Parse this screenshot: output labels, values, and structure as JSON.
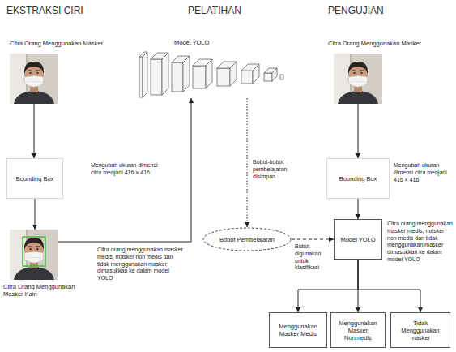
{
  "diagram": {
    "nodes": [
      {
        "text": [
          "Citra Orang Menggunakan Masker"
        ]
      },
      {
        "text": [
          "Bounding Box"
        ]
      },
      {
        "text": [
          "Citra Orang Menggunakan Masker Kain"
        ]
      },
      {
        "text": [
          "Model YOLO"
        ]
      },
      {
        "text": [
          "Bobot Pembelajaran"
        ]
      },
      {
        "text": [
          "Citra Orang Menggunakan Masker"
        ]
      },
      {
        "text": [
          "Bounding Box"
        ]
      },
      {
        "text": [
          "Model YOLO"
        ]
      },
      {
        "text": [
          "Menggunakan Masker Medis"
        ]
      },
      {
        "text": [
          "Menggunakan Masker Nonmedis"
        ]
      },
      {
        "text": [
          "Tidak Menggunakan masker"
        ]
      }
    ],
    "edges": [
      {
        "from": 0,
        "to": 1,
        "arrow": "to"
      },
      {
        "from": 1,
        "to": 2,
        "arrow": "to"
      },
      {
        "from": 2,
        "to": 3,
        "arrow": "to"
      },
      {
        "from": 3,
        "to": 4,
        "arrow": "to",
        "label": "Bobot-bobot pembelajaran disimpan"
      },
      {
        "from": 4,
        "to": 7,
        "arrow": "to",
        "label": "Bobot digunakan untuk klasifikasi"
      },
      {
        "from": 5,
        "to": 6,
        "arrow": "to"
      },
      {
        "from": 6,
        "to": 7,
        "arrow": "to"
      },
      {
        "from": 7,
        "to": 8,
        "arrow": "to"
      },
      {
        "from": 7,
        "to": 9,
        "arrow": "to"
      },
      {
        "from": 7,
        "to": 10,
        "arrow": "to"
      }
    ],
    "labels": [
      "EKSTRAKSI CIRI",
      "PELATIHAN",
      "PENGUJIAN",
      "Mengubah ukuran dimensi citra menjadi 416 × 416",
      "Citra orang menggunakan masker medis, masker non medis dan tidak menggunakan masker dimasukkan ke dalam model YOLO",
      "Mengubah ukuran dimensi citra menjadi 416 × 416",
      "Citra orang menggunakan masker medis, masker non medis dan tidak menggunakan masker dimasukkan ke dalam model YOLO"
    ]
  }
}
